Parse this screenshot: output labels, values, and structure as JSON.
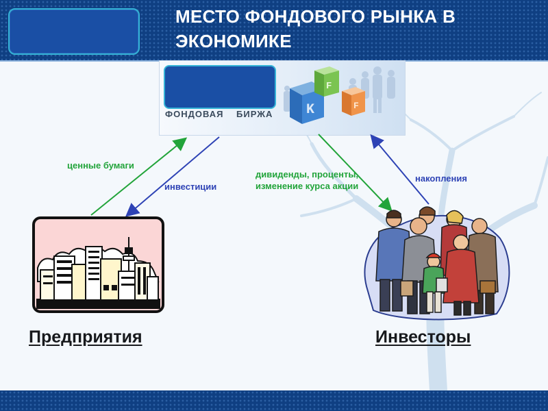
{
  "slide": {
    "title": "МЕСТО ФОНДОВОГО РЫНКА В ЭКОНОМИКЕ"
  },
  "exchange": {
    "name": "ФОНДОВАЯ  БИРЖА"
  },
  "flows": {
    "securities": "ценные бумаги",
    "investments": "инвестиции",
    "dividends_line1": "дивиденды, проценты,",
    "dividends_line2": "изменение курса акции",
    "savings": "накопления"
  },
  "nodes": {
    "enterprises": "Предприятия",
    "investors": "Инвесторы"
  },
  "colors": {
    "header_blue": "#0f3f82",
    "arrow_green": "#22a43a",
    "arrow_blue": "#2e43b5",
    "title_white": "#ffffff"
  },
  "icons": [
    "city-icon",
    "investors-group-icon",
    "exchange-logo-icon",
    "tree-background-icon"
  ]
}
